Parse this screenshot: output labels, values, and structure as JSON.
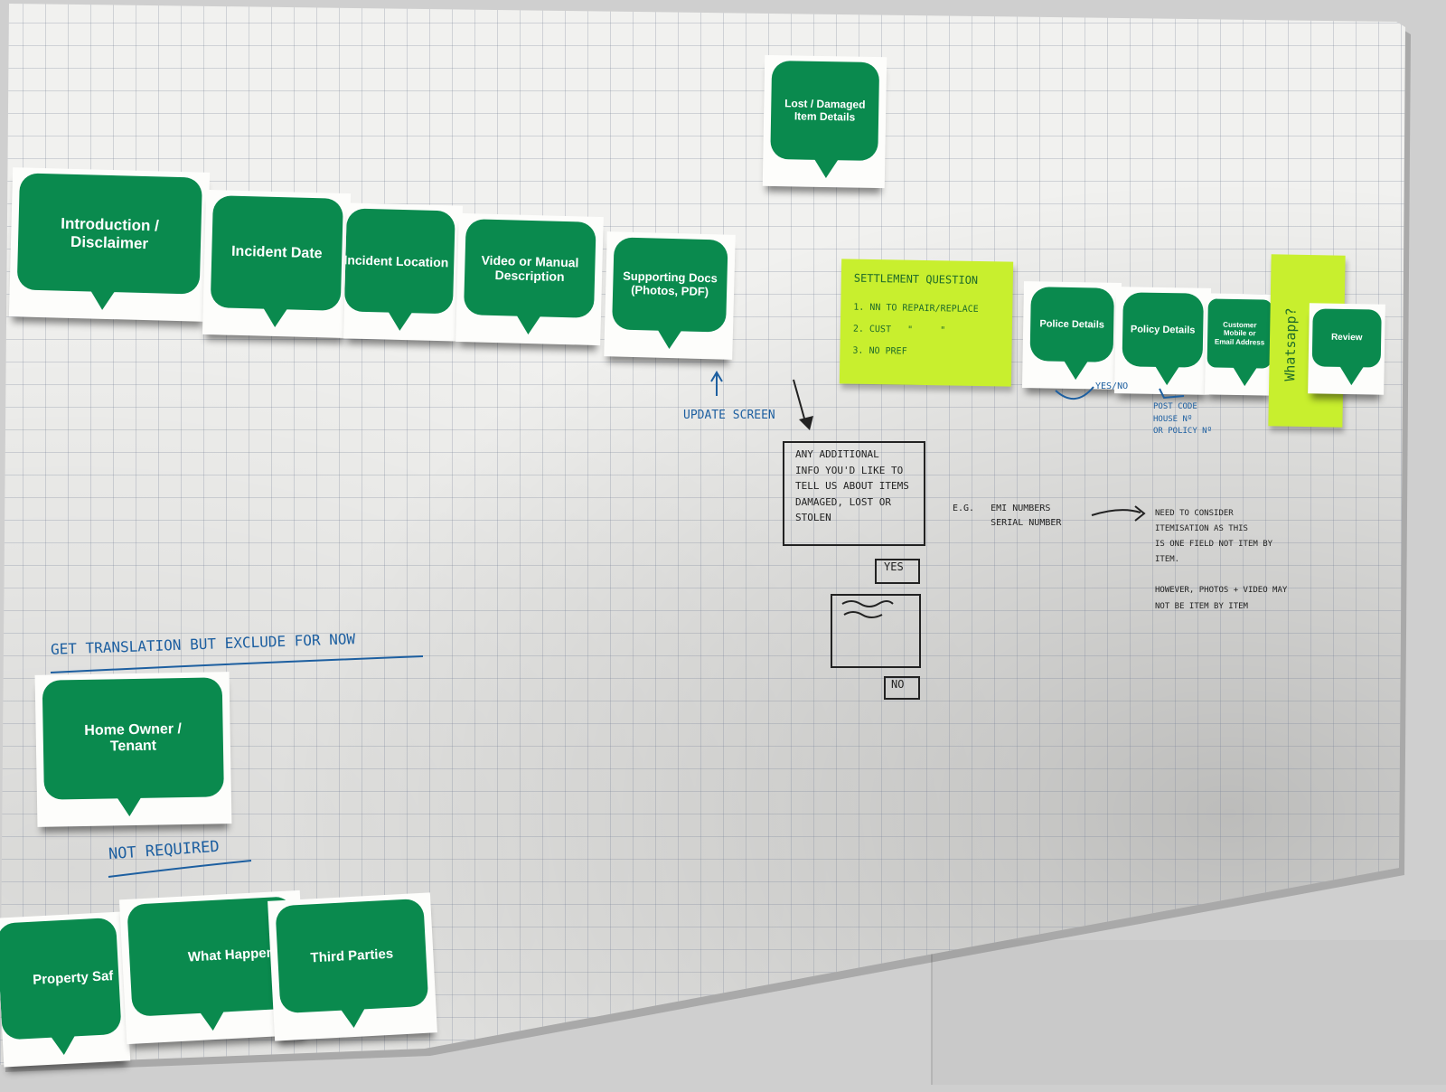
{
  "stickers": {
    "lost_damaged": "Lost / Damaged\nItem Details",
    "intro": "Introduction /\nDisclaimer",
    "incident_date": "Incident Date",
    "incident_location": "Incident Location",
    "video_manual": "Video or Manual\nDescription",
    "supporting_docs": "Supporting Docs\n(Photos, PDF)",
    "police": "Police Details",
    "policy": "Policy Details",
    "customer_contact": "Customer Mobile or\nEmail Address",
    "review": "Review",
    "home_owner": "Home Owner /\nTenant",
    "property_safe": "Property Saf",
    "what_happened": "What Happened",
    "third_parties": "Third Parties"
  },
  "postits": {
    "settlement_title": "SETTLEMENT QUESTION",
    "settlement_line1": "1. NN TO REPAIR/REPLACE",
    "settlement_line2": "2. CUST   \"     \"",
    "settlement_line3": "3. NO PREF",
    "whatsapp": "Whatsapp?"
  },
  "notes": {
    "update_screen": "UPDATE SCREEN",
    "additional_info": "ANY ADDITIONAL\nINFO YOU'D LIKE TO\nTELL US ABOUT ITEMS\nDAMAGED, LOST OR\nSTOLEN",
    "yes": "YES",
    "no": "NO",
    "yes_no": "YES/NO",
    "postcode": "POST CODE\nHOUSE Nº\nOR POLICY Nº",
    "eg_numbers": "E.G.   EMI NUMBERS\n       SERIAL NUMBER",
    "itemisation": "NEED TO CONSIDER\nITEMISATION AS THIS\nIS ONE FIELD NOT ITEM BY\nITEM.\n\nHOWEVER, PHOTOS + VIDEO MAY\nNOT BE ITEM BY ITEM",
    "get_translation": "GET TRANSLATION BUT EXCLUDE FOR NOW",
    "not_required": "NOT REQUIRED"
  },
  "colors": {
    "sticker_green": "#0a8a4e",
    "postit_yellow": "#c8ef2e",
    "pen_blue": "#1d5fa0"
  }
}
